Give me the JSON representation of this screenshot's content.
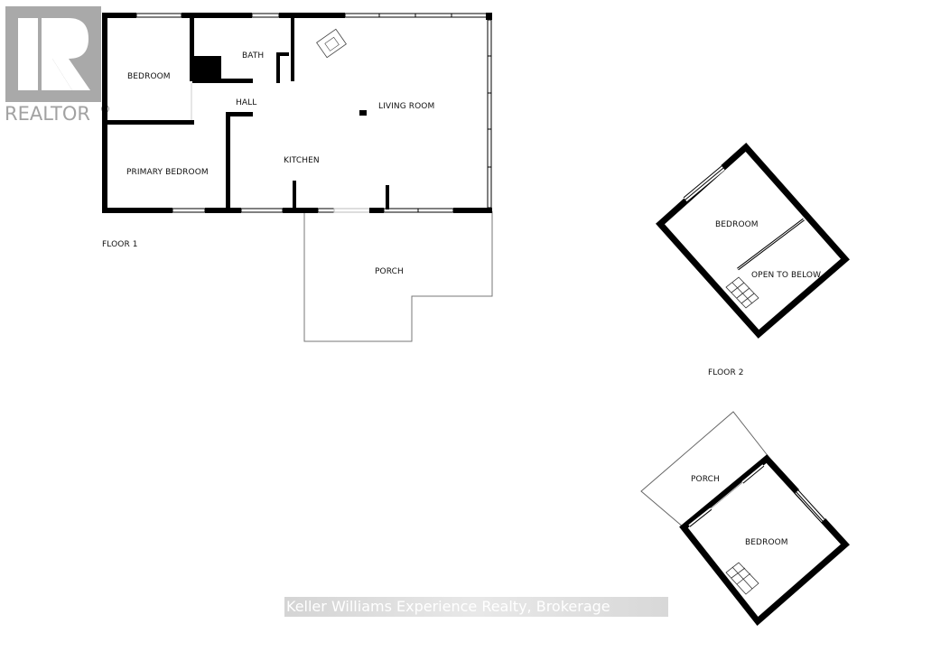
{
  "branding": {
    "logo_text": "REALTOR",
    "logo_mark": "R",
    "watermark": "Keller Williams Experience Realty, Brokerage"
  },
  "floors": [
    {
      "label": "FLOOR 1",
      "rooms": [
        {
          "name": "BEDROOM"
        },
        {
          "name": "BATH"
        },
        {
          "name": "HALL"
        },
        {
          "name": "LIVING ROOM"
        },
        {
          "name": "PRIMARY BEDROOM"
        },
        {
          "name": "KITCHEN"
        },
        {
          "name": "PORCH"
        }
      ]
    },
    {
      "label": "FLOOR 2",
      "rooms": [
        {
          "name": "BEDROOM"
        },
        {
          "name": "OPEN TO BELOW"
        },
        {
          "name": "PORCH"
        },
        {
          "name": "BEDROOM"
        }
      ]
    }
  ],
  "colors": {
    "wall": "#000000",
    "logo": "#a9a9a9",
    "background": "#ffffff"
  }
}
